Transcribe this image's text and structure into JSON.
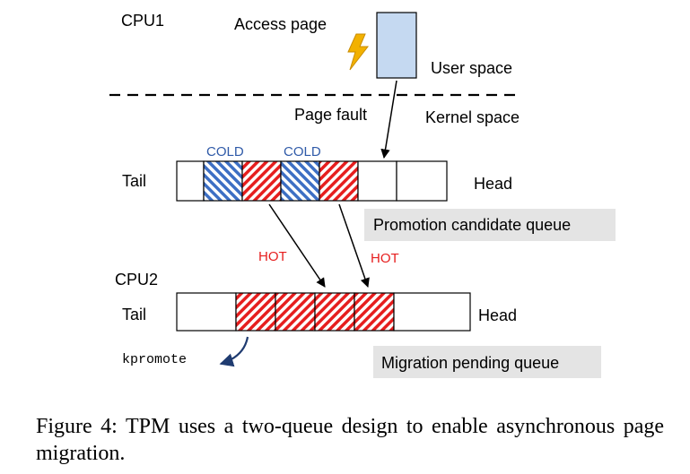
{
  "diagram": {
    "cpu1_label": "CPU1",
    "cpu2_label": "CPU2",
    "access_page_label": "Access page",
    "user_space_label": "User space",
    "kernel_space_label": "Kernel space",
    "page_fault_label": "Page fault",
    "tail_label": "Tail",
    "head_label": "Head",
    "cold_label": "COLD",
    "hot_label": "HOT",
    "kpromote_label": "kpromote",
    "promotion_queue": {
      "label": "Promotion candidate queue",
      "slots": [
        "empty",
        "cold",
        "hot",
        "cold",
        "hot",
        "empty",
        "empty"
      ]
    },
    "migration_queue": {
      "label": "Migration pending queue",
      "slots": [
        "empty",
        "hot",
        "hot",
        "hot",
        "hot",
        "empty"
      ]
    },
    "colors": {
      "cold_stripe": "#3d6fc4",
      "hot_stripe": "#e61e1e",
      "cold_text": "#2f5aa8",
      "hot_text": "#e61e1e",
      "page_fill": "#c5d9f1",
      "label_box_fill": "#e4e4e4",
      "lightning": "#f2b100",
      "arrow_kpromote": "#1f3b70"
    }
  },
  "caption": "Figure 4: TPM uses a two-queue design to enable asynchronous page migration."
}
